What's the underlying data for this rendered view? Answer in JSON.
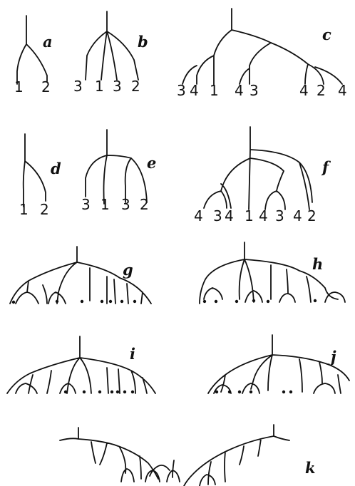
{
  "panels": {
    "a": {
      "letter": "a",
      "leaf_labels": [
        "1",
        "2"
      ]
    },
    "b": {
      "letter": "b",
      "leaf_labels": [
        "3",
        "1",
        "3",
        "2"
      ]
    },
    "c": {
      "letter": "c",
      "leaf_labels": [
        "3",
        "4",
        "1",
        "4",
        "3",
        "4",
        "2",
        "4"
      ]
    },
    "d": {
      "letter": "d",
      "leaf_labels": [
        "1",
        "2"
      ]
    },
    "e": {
      "letter": "e",
      "leaf_labels": [
        "3",
        "1",
        "3",
        "2"
      ]
    },
    "f": {
      "letter": "f",
      "leaf_labels": [
        "4",
        "3",
        "4",
        "1",
        "4",
        "3",
        "4",
        "2"
      ]
    },
    "g": {
      "letter": "g"
    },
    "h": {
      "letter": "h"
    },
    "i": {
      "letter": "i"
    },
    "j": {
      "letter": "j"
    },
    "k": {
      "letter": "k"
    }
  }
}
